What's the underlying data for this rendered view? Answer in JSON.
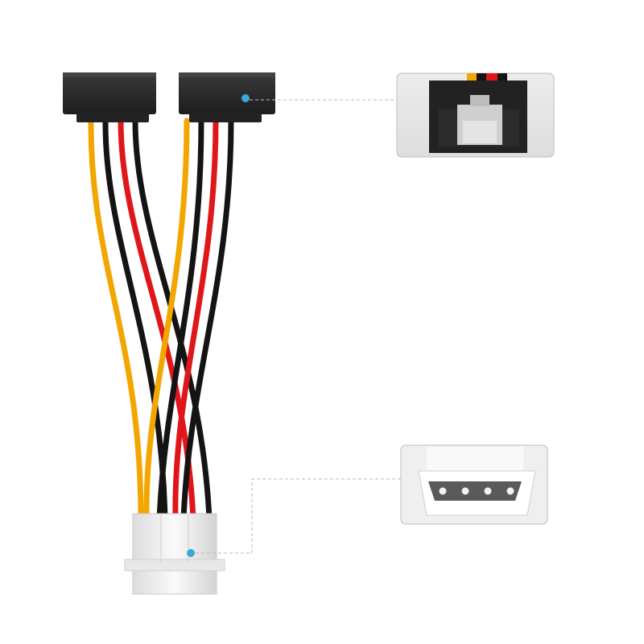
{
  "scene": {
    "subject": "cable-photo",
    "colors": {
      "background": "#ffffff",
      "wire_yellow": "#f1a600",
      "wire_black": "#141414",
      "wire_red": "#e0171a",
      "connector_dark": "#2a2a2a",
      "connector_light": "#f0f0f0",
      "callout_panel": "#e6e6e6",
      "callout_border": "#bdbdbd",
      "marker_dot": "#3fa6d8",
      "leader_line": "#b8b8b8"
    },
    "icons": {
      "top_marker": "blue-dot",
      "bottom_marker": "blue-dot"
    }
  }
}
